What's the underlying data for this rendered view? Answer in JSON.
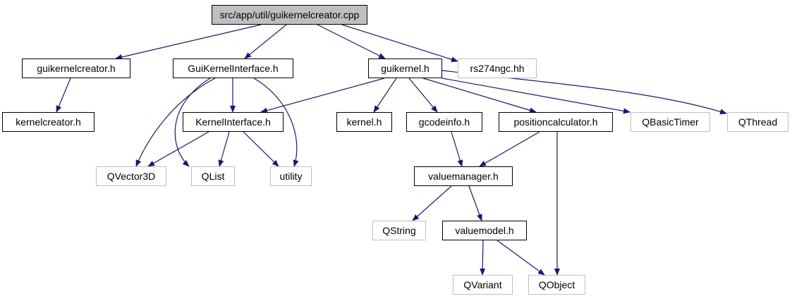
{
  "colors": {
    "edge": "#191970",
    "internal_border": "#000000",
    "external_border": "#bfbfbf",
    "root_fill": "#bfbfbf"
  },
  "nodes": {
    "root": "src/app/util/guikernelcreator.cpp",
    "guikernelcreator_h": "guikernelcreator.h",
    "guikernelinterface_h": "GuiKernelInterface.h",
    "guikernel_h": "guikernel.h",
    "rs274ngc_hh": "rs274ngc.hh",
    "kernelcreator_h": "kernelcreator.h",
    "kernelinterface_h": "KernelInterface.h",
    "kernel_h": "kernel.h",
    "gcodeinfo_h": "gcodeinfo.h",
    "positioncalculator_h": "positioncalculator.h",
    "qbasictimer": "QBasicTimer",
    "qthread": "QThread",
    "qvector3d": "QVector3D",
    "qlist": "QList",
    "utility": "utility",
    "valuemanager_h": "valuemanager.h",
    "qstring": "QString",
    "valuemodel_h": "valuemodel.h",
    "qvariant": "QVariant",
    "qobject": "QObject"
  }
}
